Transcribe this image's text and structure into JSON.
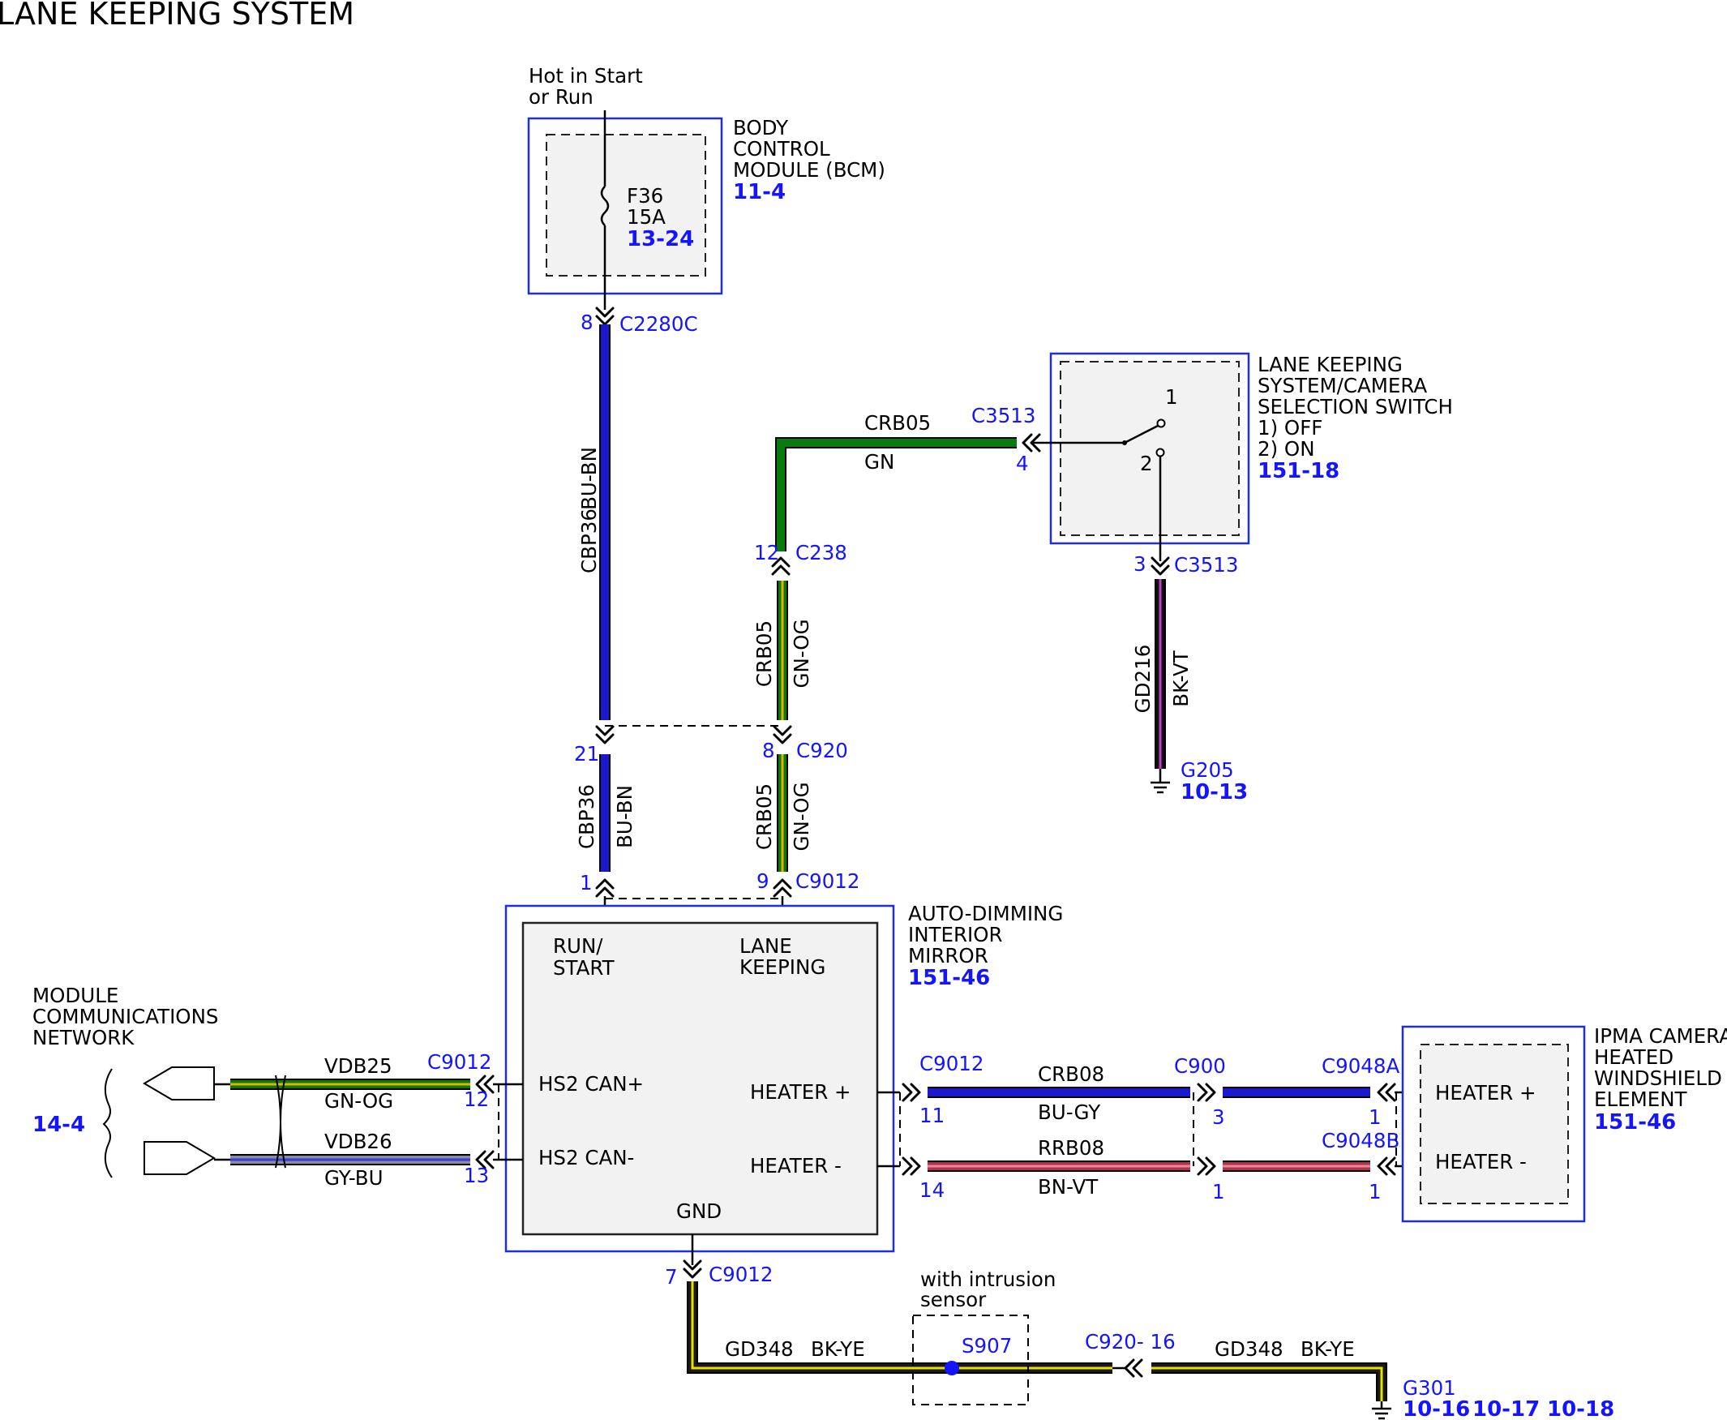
{
  "title": "LANE KEEPING SYSTEM",
  "power": {
    "line1": "Hot in Start",
    "line2": "or Run"
  },
  "bcm": {
    "l1": "BODY",
    "l2": "CONTROL",
    "l3": "MODULE (BCM)",
    "ref": "11-4",
    "fuse": "F36",
    "amp": "15A",
    "fuse_ref": "13-24"
  },
  "switch": {
    "l1": "LANE KEEPING",
    "l2": "SYSTEM/CAMERA",
    "l3": "SELECTION SWITCH",
    "l4": "1) OFF",
    "l5": "2) ON",
    "ref": "151-18",
    "pos1": "1",
    "pos2": "2"
  },
  "mirror": {
    "l1": "AUTO-DIMMING",
    "l2": "INTERIOR",
    "l3": "MIRROR",
    "ref": "151-46",
    "run1": "RUN/",
    "run2": "START",
    "lk1": "LANE",
    "lk2": "KEEPING",
    "can_plus": "HS2 CAN+",
    "can_minus": "HS2 CAN-",
    "heater_plus": "HEATER +",
    "heater_minus": "HEATER -",
    "gnd": "GND"
  },
  "network": {
    "l1": "MODULE",
    "l2": "COMMUNICATIONS",
    "l3": "NETWORK",
    "ref": "14-4"
  },
  "ipma": {
    "l1": "IPMA CAMERA",
    "l2": "HEATED",
    "l3": "WINDSHIELD",
    "l4": "ELEMENT",
    "ref": "151-46",
    "heater_plus": "HEATER +",
    "heater_minus": "HEATER -"
  },
  "wires": {
    "cbp36": "CBP36",
    "bu_bn": "BU-BN",
    "crb05": "CRB05",
    "gn": "GN",
    "gn_og": "GN-OG",
    "gd216": "GD216",
    "bk_vt": "BK-VT",
    "vdb25": "VDB25",
    "vdb26": "VDB26",
    "gy_bu": "GY-BU",
    "crb08": "CRB08",
    "bu_gy": "BU-GY",
    "rrb08": "RRB08",
    "bn_vt": "BN-VT",
    "gd348": "GD348",
    "bk_ye": "BK-YE"
  },
  "connectors": {
    "c2280c": "C2280C",
    "c3513": "C3513",
    "c238": "C238",
    "c920": "C920",
    "c9012": "C9012",
    "c900": "C900",
    "c9048a": "C9048A",
    "c9048b": "C9048B",
    "c920_16": "C920- 16"
  },
  "pins": {
    "p8": "8",
    "p4": "4",
    "p3": "3",
    "p12": "12",
    "p21": "21",
    "p1": "1",
    "p9": "9",
    "p13": "13",
    "p11": "11",
    "p14": "14",
    "p7": "7"
  },
  "grounds": {
    "g205": "G205",
    "g205_ref": "10-13",
    "g301": "G301",
    "g301_r1": "10-16",
    "g301_r2": "10-17",
    "g301_r3": "10-18"
  },
  "splice": {
    "id": "S907",
    "note1": "with intrusion",
    "note2": "sensor"
  },
  "colors": {
    "blue": "#1a1acc",
    "green": "#0a7a0a",
    "wire_red": "#b5304a",
    "yellow": "#e8e000",
    "text_blue": "#1414ff",
    "box_border": "#1e2ee0"
  }
}
